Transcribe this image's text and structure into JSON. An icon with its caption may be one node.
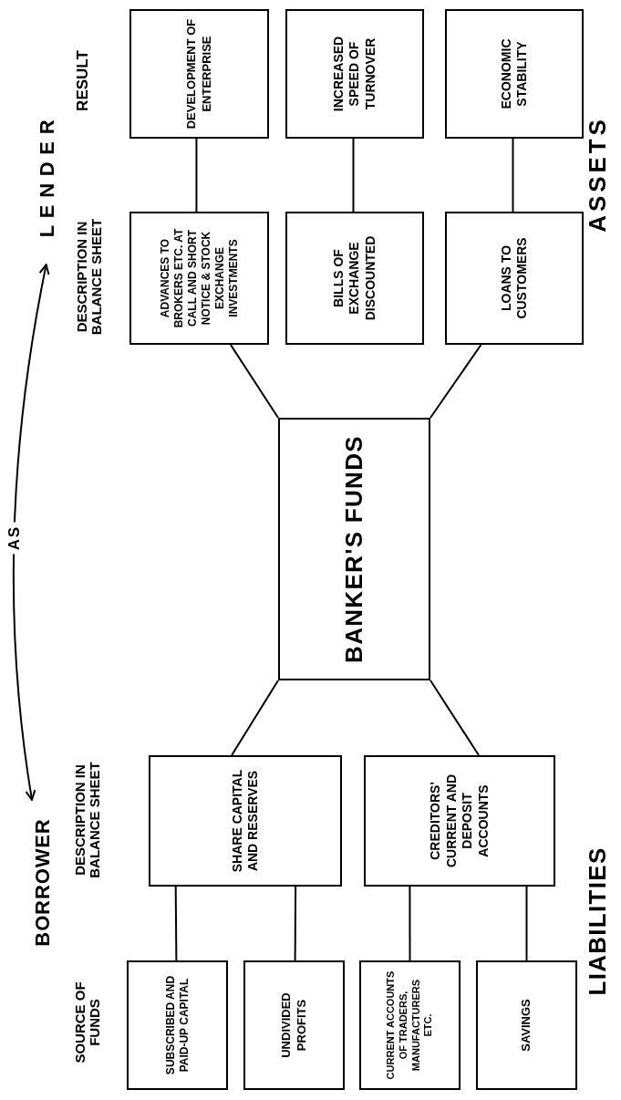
{
  "diagram": {
    "nodes": [
      {
        "text": [
          "BORROWER"
        ]
      },
      {
        "text": [
          "LENDER"
        ]
      },
      {
        "text": [
          "SUBSCRIBED AND PAID-UP CAPITAL"
        ]
      },
      {
        "text": [
          "UNDIVIDED PROFITS"
        ]
      },
      {
        "text": [
          "CURRENT ACCOUNTS OF TRADERS, MANUFACTURERS ETC."
        ]
      },
      {
        "text": [
          "SAVINGS"
        ]
      },
      {
        "text": [
          "SHARE CAPITAL AND RESERVES"
        ]
      },
      {
        "text": [
          "CREDITORS' CURRENT AND DEPOSIT ACCOUNTS"
        ]
      },
      {
        "text": [
          "BANKER'S FUNDS"
        ]
      },
      {
        "text": [
          "ADVANCES TO BROKERS ETC. AT CALL AND SHORT NOTICE & STOCK EXCHANGE INVESTMENTS"
        ]
      },
      {
        "text": [
          "BILLS OF EXCHANGE DISCOUNTED"
        ]
      },
      {
        "text": [
          "LOANS TO CUSTOMERS"
        ]
      },
      {
        "text": [
          "DEVELOPMENT OF ENTERPRISE"
        ]
      },
      {
        "text": [
          "INCREASED SPEED OF TURNOVER"
        ]
      },
      {
        "text": [
          "ECONOMIC STABILITY"
        ]
      }
    ],
    "edges": [
      {
        "from": 0,
        "to": 1,
        "arrow": "both",
        "label": "AS"
      },
      {
        "from": 2,
        "to": 6,
        "arrow": "none"
      },
      {
        "from": 3,
        "to": 6,
        "arrow": "none"
      },
      {
        "from": 4,
        "to": 7,
        "arrow": "none"
      },
      {
        "from": 5,
        "to": 7,
        "arrow": "none"
      },
      {
        "from": 6,
        "to": 8,
        "arrow": "none"
      },
      {
        "from": 7,
        "to": 8,
        "arrow": "none"
      },
      {
        "from": 8,
        "to": 9,
        "arrow": "none"
      },
      {
        "from": 8,
        "to": 11,
        "arrow": "none"
      },
      {
        "from": 9,
        "to": 12,
        "arrow": "none"
      },
      {
        "from": 10,
        "to": 13,
        "arrow": "none"
      },
      {
        "from": 11,
        "to": 14,
        "arrow": "none"
      }
    ],
    "labels": [
      "SOURCE OF FUNDS",
      "DESCRIPTION IN BALANCE SHEET",
      "DESCRIPTION IN BALANCE SHEET",
      "RESULT",
      "LIABILITIES",
      "ASSETS"
    ]
  }
}
